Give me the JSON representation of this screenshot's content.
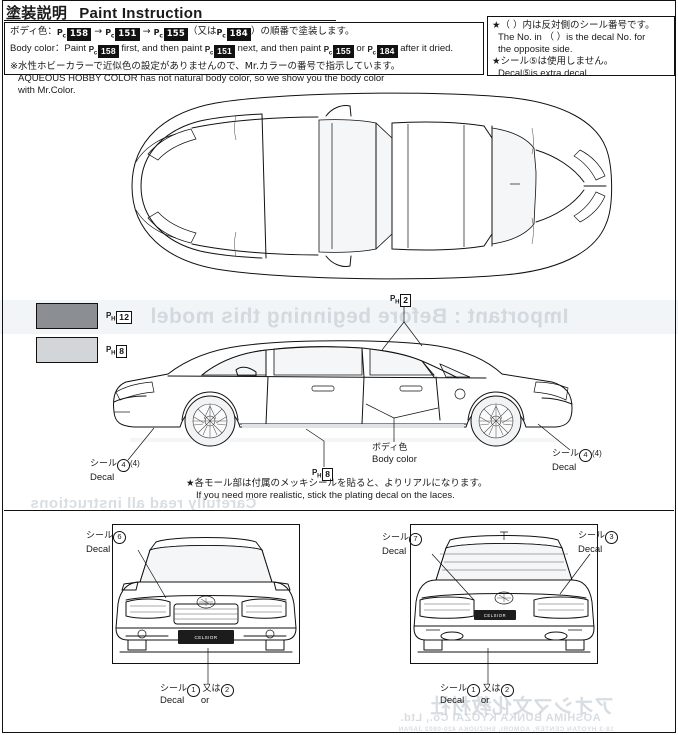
{
  "header": {
    "title_jp": "塗装説明",
    "title_en": "Paint Instruction"
  },
  "left_note": {
    "line1_jp_a": "ボディ色：",
    "line1_jp_b": "の順番で塗装します。",
    "line1_jp_mid_arrow": "→",
    "line1_jp_paren_open": "（又は",
    "line1_jp_paren_close": "）",
    "line2_en_a": "Body color：Paint",
    "line2_en_b": "first, and then paint",
    "line2_en_c": "next, and then paint",
    "line2_en_d": "or",
    "line2_en_e": "after it dried.",
    "line3_jp": "※水性ホビーカラーで近似色の設定がありませんので、Mr.カラーの番号で指示しています。",
    "line4_en": "AQUEOUS HOBBY COLOR has not natural body color, so we show you the body color",
    "line5_en": "with Mr.Color.",
    "codes": {
      "c158": {
        "prefix": "Pc",
        "number": "158"
      },
      "c151": {
        "prefix": "Pc",
        "number": "151"
      },
      "c155": {
        "prefix": "Pc",
        "number": "155"
      },
      "c184": {
        "prefix": "Pc",
        "number": "184"
      }
    }
  },
  "right_note": {
    "star1_jp": "★（ ）内は反対側のシール番号です。",
    "star1_en_l1": "The No. in （ ）is the decal No. for",
    "star1_en_l2": "the opposite side.",
    "star2_jp": "★シール⑤は使用しません。",
    "star2_en": "Decal⑤is extra decal."
  },
  "swatches": [
    {
      "name": "dark-gray",
      "color": "#8b8f93",
      "prefix": "P",
      "sub": "H",
      "number": "12"
    },
    {
      "name": "light-gray",
      "color": "#d3d6d9",
      "prefix": "P",
      "sub": "H",
      "number": "8"
    }
  ],
  "side_view_callouts": {
    "ph2": {
      "prefix": "P",
      "sub": "H",
      "number": "2"
    },
    "ph8": {
      "prefix": "P",
      "sub": "H",
      "number": "8"
    },
    "body_color_jp": "ボディ色",
    "body_color_en": "Body color",
    "decal_left_jp": "シール",
    "decal_left_en": "Decal",
    "decal_left_num": "4",
    "decal_left_alt": "(4)",
    "decal_right_jp": "シール",
    "decal_right_en": "Decal",
    "decal_right_num": "4",
    "decal_right_alt": "(4)"
  },
  "mold_note": {
    "jp": "★各モール部は付属のメッキシールを貼ると、よりリアルになります。",
    "en": "If you need more realistic, stick the plating decal on the laces."
  },
  "front_view": {
    "decal6_jp": "シール",
    "decal6_en": "Decal",
    "decal6_num": "6",
    "decal_bottom_jp": "シール",
    "decal_bottom_en": "Decal",
    "decal_bottom_num1": "1",
    "decal_bottom_or_jp": "又は",
    "decal_bottom_or_en": "or",
    "decal_bottom_num2": "2",
    "plate_text": "CELSIOR"
  },
  "rear_view": {
    "decal7_jp": "シール",
    "decal7_en": "Decal",
    "decal7_num": "7",
    "decal3_jp": "シール",
    "decal3_en": "Decal",
    "decal3_num": "3",
    "decal_bottom_jp": "シール",
    "decal_bottom_en": "Decal",
    "decal_bottom_num1": "1",
    "decal_bottom_or_jp": "又は",
    "decal_bottom_or_en": "or",
    "decal_bottom_num2": "2",
    "badge_text": "CELSIOR"
  },
  "ghost_bleed": {
    "band_text_1": "Important : Before beginning this model",
    "band_text_2": "Carefully read all instructions",
    "footer_1": "アオシマ文化教材社",
    "footer_2": "AOSHIMA BUNKA KYOZAI Co., Ltd.",
    "footer_3": "18-3 HYOTAN CENTER, AOMORI, SHIZUOKA 420-0802 JAPAN"
  },
  "colors": {
    "ink": "#111111",
    "ghost": "#b9c3cc",
    "swatch_dark": "#8b8f93",
    "swatch_light": "#d3d6d9"
  }
}
